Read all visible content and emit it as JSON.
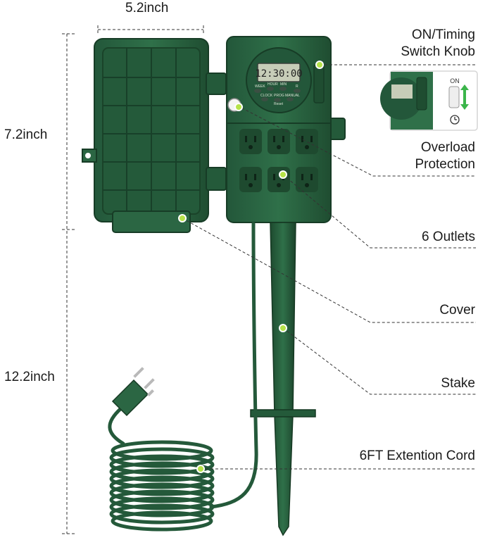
{
  "dimensions": {
    "width": "5.2inch",
    "height_top": "7.2inch",
    "height_total": "12.2inch"
  },
  "callouts": {
    "switch_knob": [
      "ON/Timing",
      "Switch Knob"
    ],
    "overload": [
      "Overload",
      "Protection"
    ],
    "outlets": "6 Outlets",
    "cover": "Cover",
    "stake": "Stake",
    "cord": "6FT Extention Cord"
  },
  "timer": {
    "display": "12:30:00",
    "buttons_top": [
      "WEEK",
      "HOUR",
      "MIN",
      "R"
    ],
    "buttons_bottom": [
      "CLOCK",
      "PROG",
      "MANUAL"
    ],
    "reset": "Reset"
  },
  "inset": {
    "on_label": "ON"
  },
  "colors": {
    "body": "#2e6b45",
    "body_dark": "#1f4d31",
    "accent_dot": "#b6e34a",
    "arrow": "#3bb54a"
  }
}
